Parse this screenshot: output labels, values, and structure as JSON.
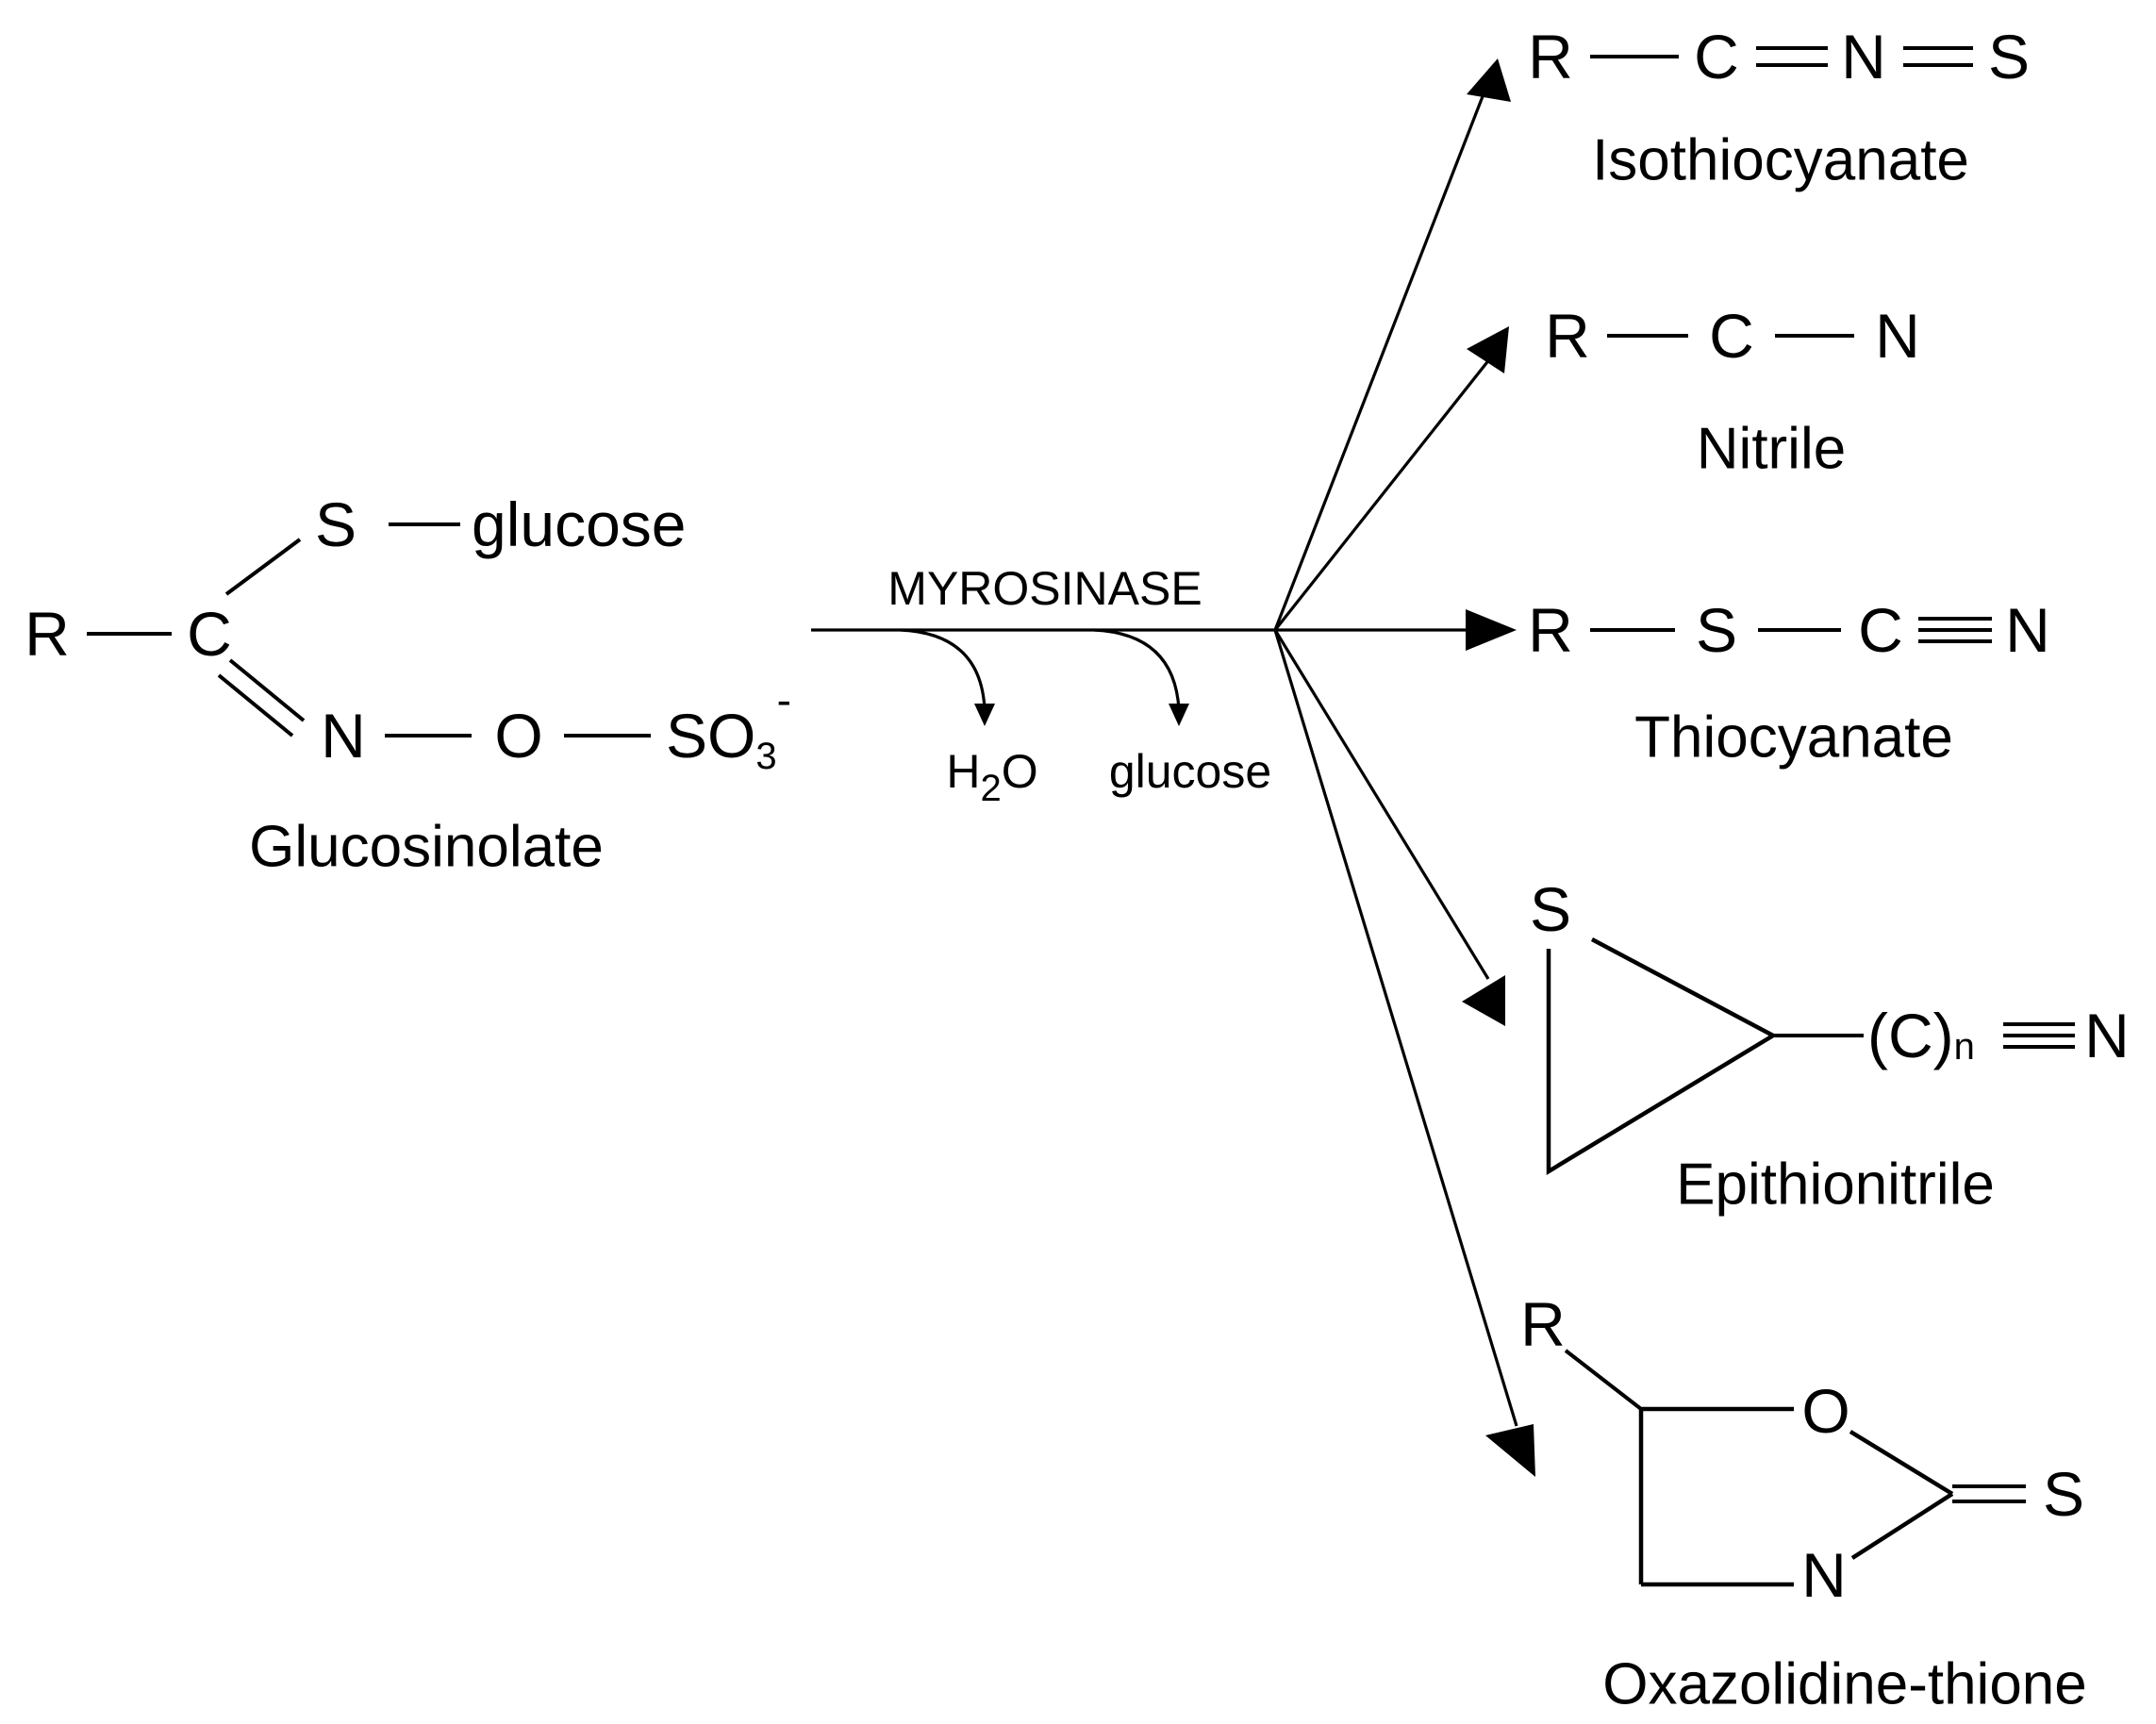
{
  "substrate": {
    "atoms": {
      "r": "R",
      "c": "C",
      "s": "S",
      "n": "N",
      "o": "O",
      "so3": "SO",
      "so3_sub": "3",
      "so3_sup": "-"
    },
    "glucose_label": "glucose",
    "name": "Glucosinolate"
  },
  "reaction": {
    "enzyme": "MYROSINASE",
    "byproducts": {
      "water": "H",
      "water_sub": "2",
      "water_o": "O",
      "glucose": "glucose"
    }
  },
  "products": {
    "isothiocyanate": {
      "name": "Isothiocyanate",
      "atoms": {
        "r": "R",
        "c": "C",
        "n": "N",
        "s": "S"
      }
    },
    "nitrile": {
      "name": "Nitrile",
      "atoms": {
        "r": "R",
        "c": "C",
        "n": "N"
      }
    },
    "thiocyanate": {
      "name": "Thiocyanate",
      "atoms": {
        "r": "R",
        "s": "S",
        "c": "C",
        "n": "N"
      }
    },
    "epithionitrile": {
      "name": "Epithionitrile",
      "atoms": {
        "s": "S",
        "cn": "(C)",
        "cn_sub": "n",
        "n": "N"
      }
    },
    "oxazolidine_thione": {
      "name": "Oxazolidine-thione",
      "atoms": {
        "r": "R",
        "o": "O",
        "s": "S",
        "n": "N"
      }
    }
  }
}
